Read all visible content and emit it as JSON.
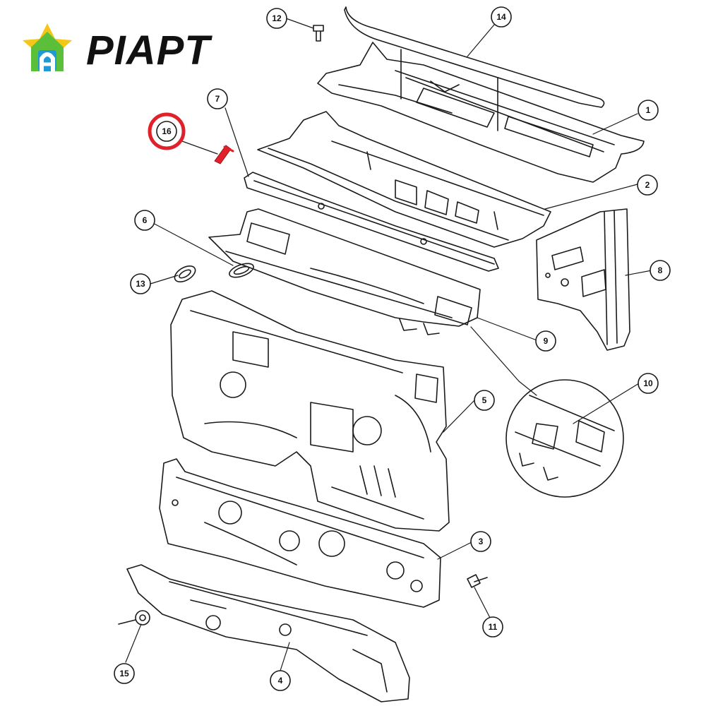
{
  "brand": {
    "name": "PIAPT",
    "logo_colors": {
      "green": "#5bbf3a",
      "yellow": "#f5c518",
      "blue": "#1f9ad6"
    }
  },
  "diagram": {
    "line_color": "#1a1a1a",
    "highlight_color": "#e0202a",
    "highlighted_callout": "16",
    "callouts": [
      "1",
      "2",
      "3",
      "4",
      "5",
      "6",
      "7",
      "8",
      "9",
      "10",
      "11",
      "12",
      "13",
      "14",
      "15",
      "16"
    ]
  }
}
